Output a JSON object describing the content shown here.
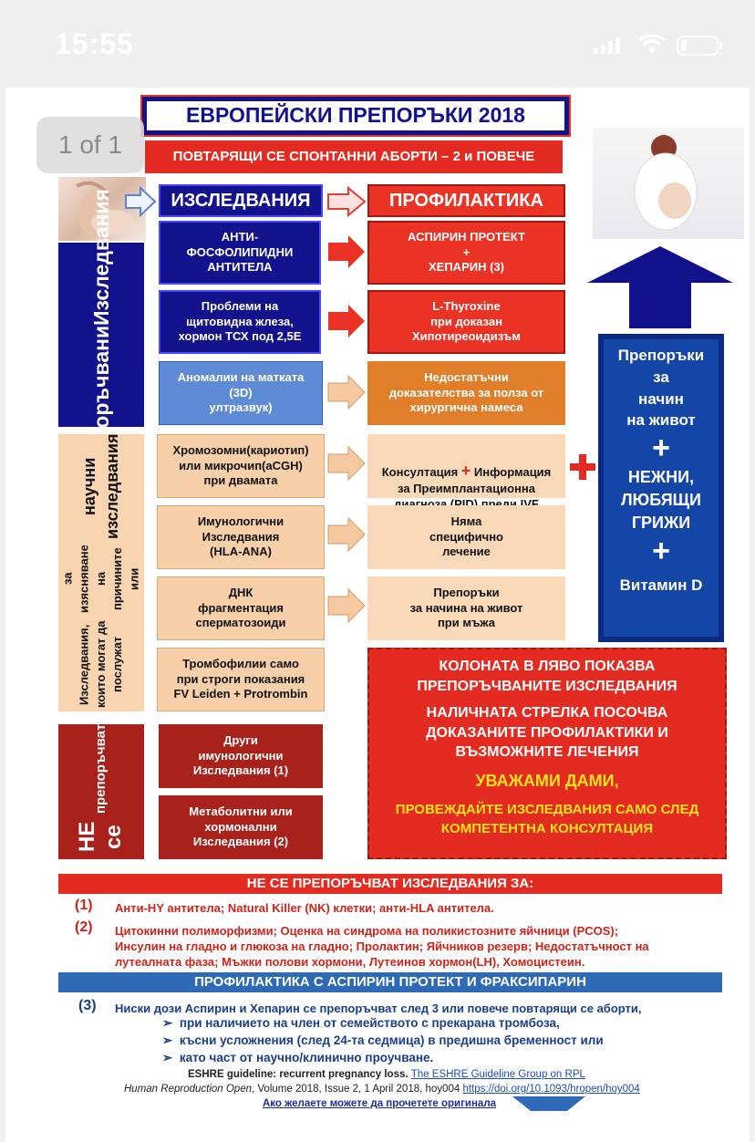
{
  "status_bar": {
    "time": "15:55"
  },
  "page_indicator": "1 of 1",
  "doc": {
    "title": "ЕВРОПЕЙСКИ ПРЕПОРЪКИ 2018",
    "subtitle": "ПОВТАРЯЩИ СЕ СПОНТАННИ АБОРТИ – 2 и  ПОВЕЧЕ",
    "col_research": "ИЗСЛЕДВАНИЯ",
    "col_prophylaxis": "ПРОФИЛАКТИКА",
    "side_recommended": "Препоръчвани Изследвания",
    "side_recommended_l1": "Препоръчвани",
    "side_recommended_l2": "Изследвания",
    "side_research_l1": "Изследвания, които могат да послужат",
    "side_research_l2": "за изясняване на причините или",
    "side_research_l3": "научни изследвания",
    "side_not_l1": "НЕ се",
    "side_not_l2": "препоръчват",
    "rows": [
      {
        "left": "АНТИ-\nФОСФОЛИПИДНИ\nАНТИТЕЛА",
        "right": "АСПИРИН ПРОТЕКТ\n+\nХЕПАРИН (3)"
      },
      {
        "left": "Проблеми  на\nщитовидна жлеза,\nхормон ТСХ под 2,5Е",
        "right": "L-Thyroxine\nпри доказан\nХипотиреоидизъм"
      },
      {
        "left": "Аномалии на матката\n(3D)\nултразвук)",
        "right": "Недостатъчни\nдоказателства за полза от\nхирургична намеса"
      },
      {
        "left": "Хромозомни(кариотип)\nили микрочип(aCGH)\nпри двамата",
        "right_a": "Консултация ",
        "right_plus": "+",
        "right_b": " Информация\nза Преимплантационна\nдиагноза (PID) преди IVF"
      },
      {
        "left": "Имунологични\nИзследвания\n(HLA-ANA)",
        "right": "Няма\nспецифично\nлечение"
      },
      {
        "left": "ДНК\nфрагментация\nсперматозоиди",
        "right": "Препоръки\nза начина на живот\nпри мъжа"
      },
      {
        "left": "Тромбофилии само\nпри строги показания\nFV Leiden + Protrombin"
      }
    ],
    "not_recommended": [
      "Други\nимунологични\nИзследвания (1)",
      "Метаболитни или\nхормонални\nИзследвания (2)"
    ],
    "lifestyle": {
      "l1": "Препоръки\nза\nначин\nна живот",
      "plus1": "+",
      "l2": "НЕЖНИ,\nЛЮБЯЩИ\nГРИЖИ",
      "plus2": "+",
      "l3": "Витамин D"
    },
    "notice": {
      "p1": "КОЛОНАТА В ЛЯВО ПОКАЗВА\nПРЕПОРЪЧВАНИТЕ ИЗСЛЕДВАНИЯ",
      "p2": "НАЛИЧНАТА СТРЕЛКА ПОСОЧВА\nДОКАЗАНИТЕ ПРОФИЛАКТИКИ  И\nВЪЗМОЖНИТЕ ЛЕЧЕНИЯ",
      "p3": "УВАЖАМИ ДАМИ,",
      "p4": "ПРОВЕЖДАЙТЕ ИЗСЛЕДВАНИЯ САМО СЛЕД\nКОМПЕТЕНТНА КОНСУЛТАЦИЯ"
    },
    "band_not": "НЕ СЕ ПРЕПОРЪЧВАТ ИЗСЛЕДВАНИЯ ЗА:",
    "fn1_num": "(1)",
    "fn1": "Анти-HY антитела; Natural Killer (NK) клетки; анти-HLA антитела.",
    "fn2_num": "(2)",
    "fn2": "Цитокинни полиморфизми; Оценка на синдрома на поликистозните яйчници (PCOS);\nИнсулин на гладно и глюкоза на гладно; Пролактин;  Яйчников резерв; Недостатъчност на\nлутеалната фаза; Мъжки полови хормони, Лутеинов хормон(LH), Хомоцистеин.",
    "band_prophylaxis": "ПРОФИЛАКТИКА С АСПИРИН ПРОТЕКТ И ФРАКСИПАРИН",
    "fn3_num": "(3)",
    "fn3": "Ниски дози Аспирин и Хепарин се препоръчват след 3 или повече повтарящи се аборти,",
    "bullets": [
      "при наличието на член от семейството с прекарана тромбоза,",
      "късни усложнения (след 24-та седмица) в предишна бременност или",
      "като част от научно/клинично проучване."
    ],
    "bullet_glyph": "➢",
    "ref1": "ESHRE guideline: recurrent pregnancy loss.",
    "ref1_link": "The ESHRE Guideline Group on RPL",
    "ref2": "Human Reproduction Open",
    "ref2b": ", Volume 2018, Issue 2, 1 April 2018, hoy004",
    "ref2_link": "https://doi.org/10.1093/hropen/hoy004",
    "ref3_link": "Ако желаете можете да прочетете оригинала"
  },
  "colors": {
    "navy": "#12128c",
    "red": "#ea3325",
    "dark_red": "#a8211a",
    "peach": "#f7cfa8",
    "blue_band": "#2f6ab6"
  }
}
